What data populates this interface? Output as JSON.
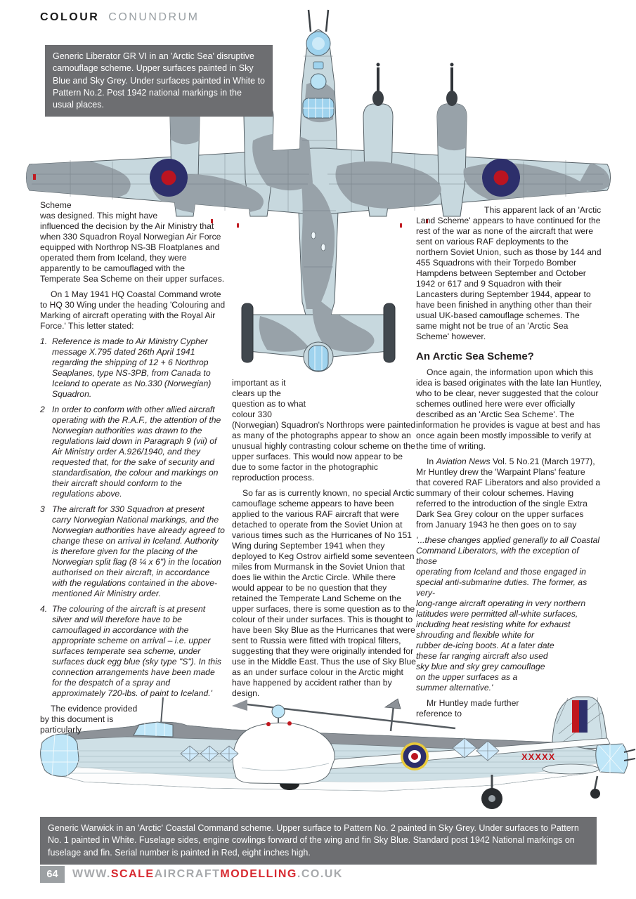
{
  "header": {
    "bold": "COLOUR",
    "light": "CONUNDRUM"
  },
  "caption_top": {
    "text": "Generic Liberator GR VI in an 'Arctic Sea' disruptive camouflage scheme. Upper surfaces painted in Sky Blue and Sky Grey. Under surfaces painted in White to Pattern No.2. Post 1942 national markings in the usual places."
  },
  "caption_bottom": {
    "text": "Generic Warwick in an 'Arctic' Coastal Command scheme. Upper surface to Pattern No. 2 painted in Sky Grey. Under surfaces to Pattern No. 1 painted in White. Fuselage sides, engine cowlings forward of the wing and fin Sky Blue. Standard post 1942 National markings on fuselage and fin. Serial number is painted in Red, eight inches high."
  },
  "left": {
    "p1": "Scheme\nwas designed. This might have\ninfluenced the decision by the Air Ministry that when 330 Squadron Royal Norwegian Air Force equipped with Northrop NS-3B Floatplanes and operated them from Iceland, they were apparently to be camouflaged with the Temperate Sea Scheme on their upper surfaces.",
    "p2": "On 1 May 1941 HQ Coastal Command wrote to HQ 30 Wing under the heading 'Colouring and Marking of aircraft operating with the Royal Air Force.' This letter stated:",
    "list": [
      {
        "marker": "1.",
        "text": "Reference is made to Air Ministry Cypher message X.795 dated 26th April 1941 regarding the shipping of 12 + 6 Northrop Seaplanes, type NS-3PB, from Canada to Iceland to operate as No.330 (Norwegian) Squadron."
      },
      {
        "marker": "2",
        "text": "In order to conform with other allied aircraft operating with the R.A.F., the attention of the Norwegian authorities was drawn to the regulations laid down in Paragraph 9 (vii) of Air Ministry order A.926/1940, and they requested that, for the sake of security and standardisation, the colour and markings on their aircraft should conform to the regulations above."
      },
      {
        "marker": "3",
        "text": "The aircraft for 330 Squadron at present carry Norwegian National markings, and the Norwegian authorities have already agreed to change these on arrival in Iceland. Authority is therefore given for the placing of the Norwegian split flag (8 ¼ x 6\") in the location authorised on their aircraft, in accordance with the regulations contained in the above-mentioned Air Ministry order."
      },
      {
        "marker": "4.",
        "text": "The colouring of the aircraft is at present silver and will therefore have to be camouflaged in accordance with the appropriate scheme on arrival – i.e. upper surfaces temperate sea scheme, under surfaces duck egg blue (sky type \"S\"). In this connection arrangements have been made for the despatch of a spray and approximately 720-lbs. of paint to Iceland.'"
      }
    ],
    "p3": "The evidence provided\nby this document is\nparticularly"
  },
  "middle": {
    "p1": "important as it\nclears up the\nquestion as to what\ncolour 330\n(Norwegian) Squadron's Northrops were painted as many of the photographs appear to show an unusual highly contrasting colour scheme on the upper surfaces. This would now appear to be due to some factor in the photographic reproduction process.",
    "p2": "So far as is currently known, no special Arctic camouflage scheme appears to have been applied to the various RAF aircraft that were detached to operate from the Soviet Union at various times such as the Hurricanes of No 151 Wing during September 1941 when they deployed to Keg Ostrov airfield some seventeen miles from Murmansk in the Soviet Union that does lie within the Arctic Circle. While there would appear to be no question that they retained the Temperate Land Scheme on the upper surfaces, there is some question as to the colour of their under surfaces. This is thought to have been Sky Blue as the Hurricanes that were sent to Russia were fitted with tropical filters, suggesting that they were originally intended for use in the Middle East. Thus the use of Sky Blue as an under surface colour in the Arctic might have happened by accident rather than by design."
  },
  "right": {
    "p1": "This apparent lack of an 'Arctic Land Scheme' appears to have continued for the rest of the war as none of the aircraft that were sent on various RAF deployments to the northern Soviet Union, such as those by 144 and 455 Squadrons with their Torpedo Bomber Hampdens between September and October 1942 or 617 and 9 Squadron with their Lancasters during September 1944, appear to have been finished in anything other than their usual UK-based camouflage schemes. The same might not be true of an 'Arctic Sea Scheme' however.",
    "heading": "An Arctic Sea Scheme?",
    "p2": "Once again, the information upon which this idea is based originates with the late Ian Huntley, who to be clear, never suggested that the colour schemes outlined here were ever officially described as an 'Arctic Sea Scheme'. The information he provides is vague at best and has once again been mostly impossible to verify at the time of writing.",
    "p3_pre": "In ",
    "p3_italic": "Aviation News",
    "p3_post": " Vol. 5 No.21 (March 1977), Mr Huntley drew the 'Warpaint Plans' feature that covered RAF Liberators and also provided a summary of their colour schemes. Having referred to the introduction of the single Extra Dark Sea Grey colour on the upper surfaces from January 1943 he then goes on to say",
    "quote": "'...these changes applied generally to all Coastal\nCommand Liberators, with the exception of those\noperating from Iceland and those engaged in\nspecial anti-submarine duties. The former, as very-\nlong-range aircraft operating in very northern\nlatitudes were permitted all-white surfaces,\nincluding heat resisting white for exhaust\nshrouding and flexible white for\nrubber de-icing boots. At a later date\nthese far ranging aircraft also used\nsky blue and sky grey camouflage\non the upper surfaces as a\nsummer alternative.'",
    "p4": "Mr Huntley made further\nreference to"
  },
  "footer": {
    "page_number": "64",
    "url_www": "WWW.",
    "url_scale": "SCALE",
    "url_aircraft": "AIRCRAFT",
    "url_modelling": "MODELLING",
    "url_couk": ".CO.UK"
  },
  "illustrations": {
    "top": {
      "description": "Liberator GR VI top view",
      "camo_sky_blue": "#c7d8de",
      "camo_sky_grey": "#98a2a9",
      "roundel_blue": "#2d2f6b",
      "roundel_red": "#bb1420"
    },
    "bottom": {
      "description": "Warwick side view",
      "serial": "XXXXX",
      "serial_color": "#c0161d",
      "fuselage_blue": "#cfe0e6",
      "spine_grey": "#8d9298",
      "roundel_yellow": "#e9c93a"
    }
  },
  "colors": {
    "caption_bg": "#6d6e71",
    "text": "#231f20",
    "header_light": "#9aa0a4",
    "brand_red": "#d7282f",
    "footer_grey": "#a7a9ac"
  }
}
